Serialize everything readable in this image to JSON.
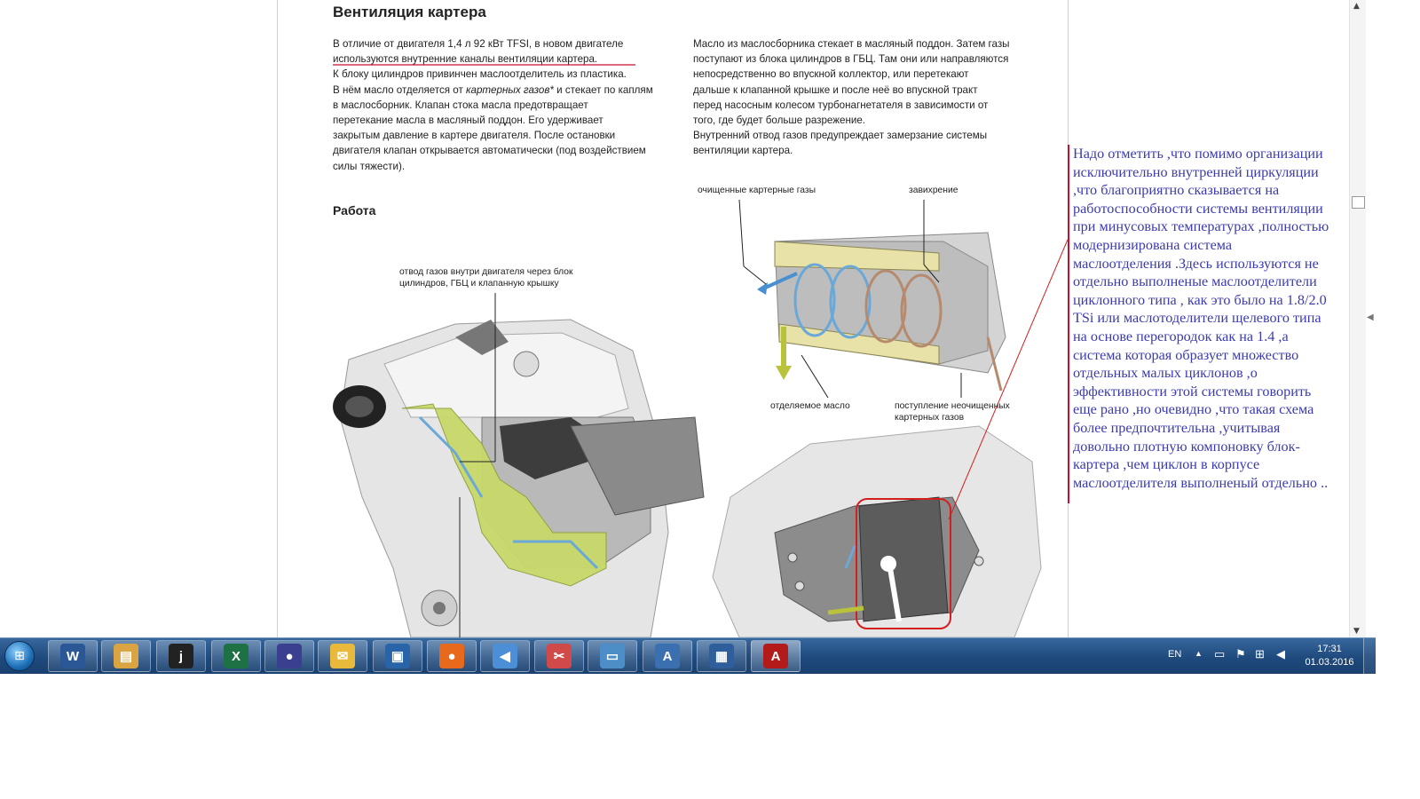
{
  "document": {
    "title": "Вентиляция картера",
    "left_column": [
      "В отличие от двигателя 1,4 л 92 кВт TFSI, в новом двигателе",
      "используются внутренние каналы вентиляции картера.",
      "К блоку цилиндров привинчен маслоотделитель из пластика.",
      "В нём масло отделяется от ",
      "картерных газов*",
      " и стекает по каплям",
      "в маслосборник. Клапан стока масла предотвращает",
      "перетекание масла в масляный поддон. Его удерживает",
      "закрытым давление в картере двигателя. После остановки",
      "двигателя клапан открывается автоматически (под воздействием",
      "силы тяжести)."
    ],
    "right_column": [
      "Масло из маслосборника стекает в масляный поддон. Затем газы",
      "поступают из блока цилиндров в ГБЦ. Там они или направляются",
      "непосредственно во впускной коллектор, или перетекают",
      "дальше к клапанной крышке и после неё во впускной тракт",
      "перед насосным колесом турбонагнетателя в зависимости от",
      "того, где будет больше разрежение.",
      "Внутренний отвод газов предупреждает замерзание системы",
      "вентиляции картера."
    ],
    "section_title": "Работа",
    "figure_labels": {
      "gas_path_line1": "отвод газов внутри двигателя через блок",
      "gas_path_line2": "цилиндров, ГБЦ и клапанную крышку",
      "cleaned_gases": "очищенные картерные газы",
      "swirl": "завихрение",
      "separated_oil": "отделяемое масло",
      "unclean_gases_line1": "поступление неочищенных",
      "unclean_gases_line2": "картерных газов"
    }
  },
  "annotation_note": [
    "Надо отметить ,что помимо организации",
    "исключительно внутренней циркуляции",
    ",что благоприятно сказывается на",
    "работоспособности системы  вентиляции",
    "при минусовых температурах ,полностью",
    "модернизирована  система",
    "маслоотделения  .Здесь используются не",
    "отдельно выполненые маслоотделители",
    "циклонного типа , как это было на 1.8/2.0",
    "TSi  или маслотоделители щелевого типа",
    "на основе перегородок как на 1.4  ,а",
    "система  которая  образует множество",
    "отдельных малых циклонов   ,о",
    "эффективности этой системы говорить",
    "еще рано ,но очевидно ,что такая схема",
    "более предпочтительна ,учитывая",
    "довольно плотную компоновку   блок-",
    "картера ,чем циклон в корпусе",
    "маслоотделителя  выполненый отдельно .."
  ],
  "taskbar": {
    "apps": [
      {
        "name": "word",
        "glyph": "W",
        "color": "#2b5797"
      },
      {
        "name": "file-explorer",
        "glyph": "▤",
        "color": "#d9a441"
      },
      {
        "name": "info-app",
        "glyph": "j",
        "color": "#222222"
      },
      {
        "name": "excel",
        "glyph": "X",
        "color": "#1e7145"
      },
      {
        "name": "media-app",
        "glyph": "●",
        "color": "#3a3f8f"
      },
      {
        "name": "mail",
        "glyph": "✉",
        "color": "#e8b93a"
      },
      {
        "name": "control-panel",
        "glyph": "▣",
        "color": "#2a64a8"
      },
      {
        "name": "firefox",
        "glyph": "●",
        "color": "#e76a1c"
      },
      {
        "name": "sound",
        "glyph": "◀",
        "color": "#4c8fd6"
      },
      {
        "name": "snipping-tool",
        "glyph": "✂",
        "color": "#d04a4a"
      },
      {
        "name": "picture-viewer",
        "glyph": "▭",
        "color": "#4d8ec9"
      },
      {
        "name": "document-viewer",
        "glyph": "A",
        "color": "#3a6fb0"
      },
      {
        "name": "remote-desktop",
        "glyph": "▦",
        "color": "#2f5e9c"
      },
      {
        "name": "pdf-reader",
        "glyph": "A",
        "color": "#b31b1b"
      }
    ],
    "language": "EN",
    "time": "17:31",
    "date": "01.03.2016"
  }
}
